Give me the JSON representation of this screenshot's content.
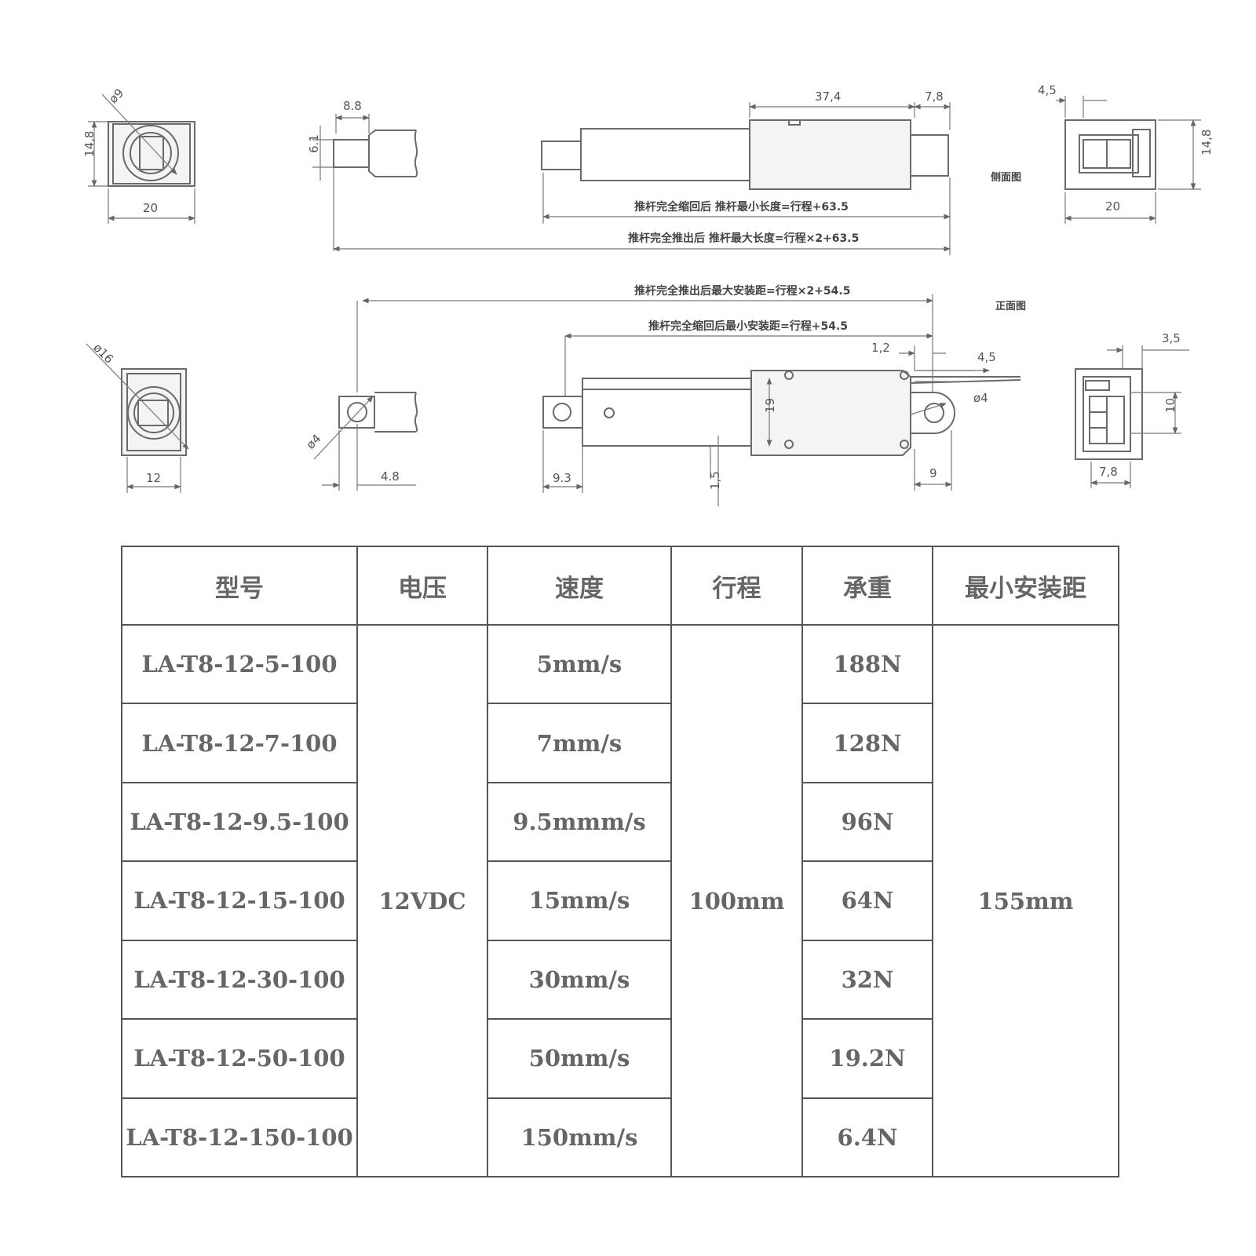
{
  "drawing": {
    "side_view_label": "侧面图",
    "front_view_label": "正面图",
    "dims": {
      "phi9": "ø9",
      "d14_8_left": "14,8",
      "d20_left": "20",
      "d8_8": "8.8",
      "d6_1": "6.1",
      "d37_4": "37,4",
      "d7_8_top": "7,8",
      "d4_5_top": "4,5",
      "d14_8_right": "14,8",
      "d20_right": "20",
      "phi16": "ø16",
      "d12": "12",
      "phi4_left": "ø4",
      "d4_8": "4.8",
      "d9_3": "9.3",
      "d1_5": "1,5",
      "d19": "19",
      "d1_2": "1,2",
      "d4_5_mid": "4,5",
      "phi4_right": "ø4",
      "d9": "9",
      "d3_5": "3,5",
      "d10": "10",
      "d7_8_bottom": "7,8"
    },
    "notes": {
      "min_length": "推杆完全缩回后 推杆最小长度=行程+63.5",
      "max_length": "推杆完全推出后 推杆最大长度=行程×2+63.5",
      "max_install": "推杆完全推出后最大安装距=行程×2+54.5",
      "min_install": "推杆完全缩回后最小安装距=行程+54.5"
    }
  },
  "table": {
    "headers": [
      "型号",
      "电压",
      "速度",
      "行程",
      "承重",
      "最小安装距"
    ],
    "voltage": "12VDC",
    "stroke": "100mm",
    "min_install": "155mm",
    "rows": [
      {
        "model": "LA-T8-12-5-100",
        "speed": "5mm/s",
        "load": "188N"
      },
      {
        "model": "LA-T8-12-7-100",
        "speed": "7mm/s",
        "load": "128N"
      },
      {
        "model": "LA-T8-12-9.5-100",
        "speed": "9.5mmm/s",
        "load": "96N"
      },
      {
        "model": "LA-T8-12-15-100",
        "speed": "15mm/s",
        "load": "64N"
      },
      {
        "model": "LA-T8-12-30-100",
        "speed": "30mm/s",
        "load": "32N"
      },
      {
        "model": "LA-T8-12-50-100",
        "speed": "50mm/s",
        "load": "19.2N"
      },
      {
        "model": "LA-T8-12-150-100",
        "speed": "150mm/s",
        "load": "6.4N"
      }
    ]
  }
}
